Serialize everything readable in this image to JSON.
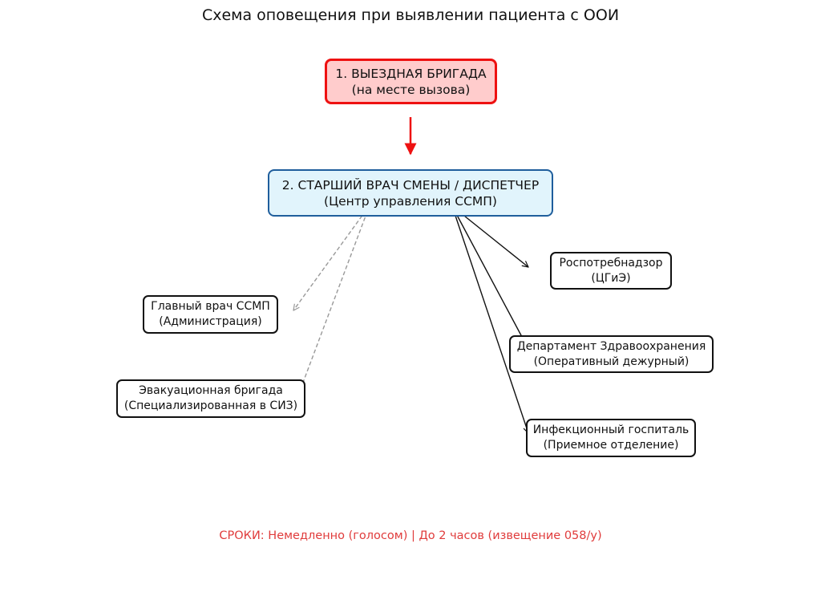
{
  "title": "Схема оповещения при выявлении пациента с ООИ",
  "colors": {
    "primary_border": "#ee1111",
    "primary_fill": "#ffcccc",
    "center_border": "#1f5e9c",
    "center_fill": "#e1f4fc",
    "solid_edge": "#111111",
    "dashed_edge": "#999999",
    "footer_text": "#e03c3c"
  },
  "nodes": {
    "brigade": {
      "line1": "1. ВЫЕЗДНАЯ БРИГАДА",
      "line2": "(на месте вызова)"
    },
    "dispatcher": {
      "line1": "2. СТАРШИЙ ВРАЧ СМЕНЫ / ДИСПЕТЧЕР",
      "line2": "(Центр управления ССМП)"
    },
    "rospotrebnadzor": {
      "line1": "Роспотребнадзор",
      "line2": "(ЦГиЭ)"
    },
    "chief_doctor": {
      "line1": "Главный врач ССМП",
      "line2": "(Администрация)"
    },
    "health_department": {
      "line1": "Департамент Здравоохранения",
      "line2": "(Оперативный дежурный)"
    },
    "evacuation_team": {
      "line1": "Эвакуационная бригада",
      "line2": "(Специализированная в СИЗ)"
    },
    "infectious_hospital": {
      "line1": "Инфекционный госпиталь",
      "line2": "(Приемное отделение)"
    }
  },
  "edges": [
    {
      "from": "brigade",
      "to": "dispatcher",
      "style": "solid-red"
    },
    {
      "from": "dispatcher",
      "to": "rospotrebnadzor",
      "style": "solid"
    },
    {
      "from": "dispatcher",
      "to": "health_department",
      "style": "solid"
    },
    {
      "from": "dispatcher",
      "to": "infectious_hospital",
      "style": "solid"
    },
    {
      "from": "dispatcher",
      "to": "chief_doctor",
      "style": "dashed"
    },
    {
      "from": "dispatcher",
      "to": "evacuation_team",
      "style": "dashed"
    }
  ],
  "footer": "СРОКИ: Немедленно (голосом) | До 2 часов (извещение 058/у)"
}
